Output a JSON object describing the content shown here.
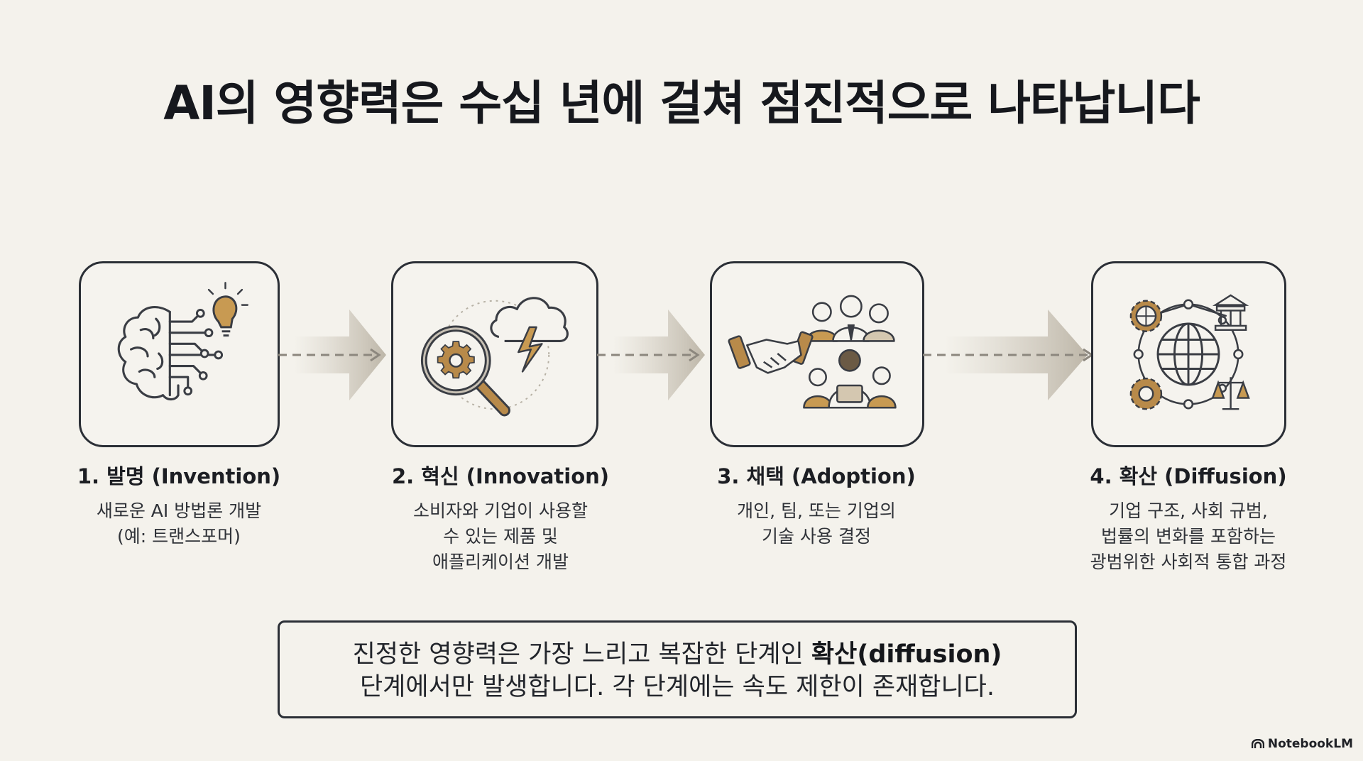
{
  "title": "AI의 영향력은 수십 년에 걸쳐 점진적으로 나타납니다",
  "stages": [
    {
      "title": "1. 발명 (Invention)",
      "description": [
        "새로운 AI 방법론 개발",
        "(예: 트랜스포머)"
      ],
      "icon": "brain-circuit-lightbulb-icon"
    },
    {
      "title": "2. 혁신 (Innovation)",
      "description": [
        "소비자와 기업이 사용할",
        "수 있는 제품 및",
        "애플리케이션 개발"
      ],
      "icon": "magnifier-gear-cloud-lightning-icon"
    },
    {
      "title": "3. 채택 (Adoption)",
      "description": [
        "개인, 팀, 또는 기업의",
        "기술 사용 결정"
      ],
      "icon": "handshake-people-icon"
    },
    {
      "title": "4. 확산 (Diffusion)",
      "description": [
        "기업 구조, 사회 규범,",
        "법률의 변화를 포함하는",
        "광범위한 사회적 통합 과정"
      ],
      "icon": "globe-network-icon"
    }
  ],
  "callout": {
    "line1_pre": "진정한 영향력은 가장 느리고 복잡한 단계인 ",
    "line1_bold": "확산(diffusion)",
    "line2": "단계에서만 발생합니다. 각 단계에는 속도 제한이 존재합니다."
  },
  "brand": "NotebookLM",
  "colors": {
    "background": "#f4f2ec",
    "outline": "#2b2f36",
    "accent": "#b88a4a",
    "arrow": "#c9c3b7"
  }
}
